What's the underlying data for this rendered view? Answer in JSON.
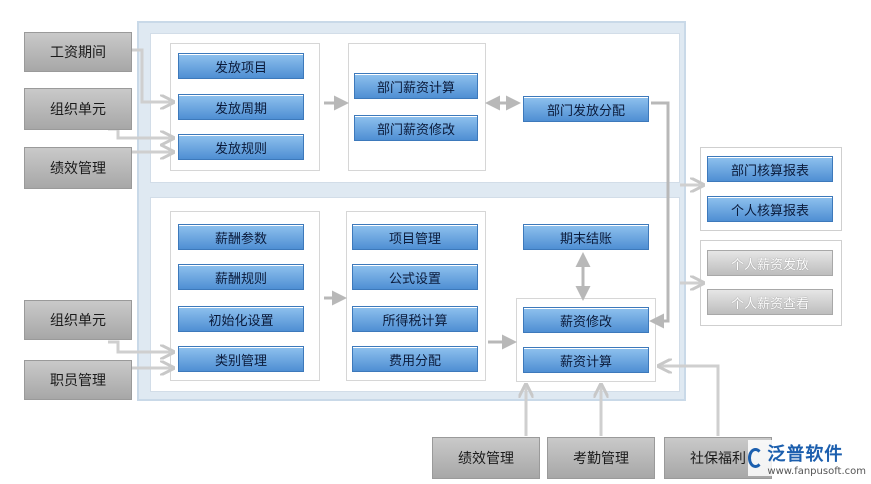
{
  "top": {
    "sources": [
      "工资期间",
      "组织单元",
      "绩效管理"
    ],
    "issue": [
      "发放项目",
      "发放周期",
      "发放规则"
    ],
    "dept": [
      "部门薪资计算",
      "部门薪资修改"
    ],
    "dept_allocate": "部门发放分配"
  },
  "bottom": {
    "sources": [
      "组织单元",
      "职员管理"
    ],
    "params": [
      "薪酬参数",
      "薪酬规则",
      "初始化设置",
      "类别管理"
    ],
    "items": [
      "项目管理",
      "公式设置",
      "所得税计算",
      "费用分配"
    ],
    "period_close": "期末结账",
    "salary": [
      "薪资修改",
      "薪资计算"
    ]
  },
  "outputs": {
    "reports": [
      "部门核算报表",
      "个人核算报表"
    ],
    "personal": [
      "个人薪资发放",
      "个人薪资查看"
    ]
  },
  "inputs_bottom": [
    "绩效管理",
    "考勤管理",
    "社保福利"
  ],
  "logo": {
    "name": "泛普软件",
    "url": "www.fanpusoft.com"
  },
  "colors": {
    "button_blue": "#5e9de0",
    "source_gray": "#b3b3b3",
    "frame_blue": "#dfe9f2",
    "arrow_gray": "#b8b8b8"
  }
}
